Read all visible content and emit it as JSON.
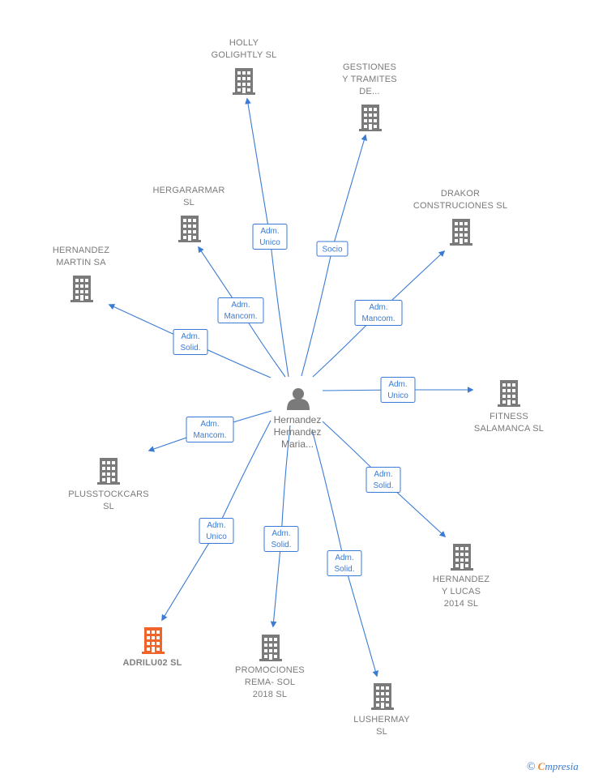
{
  "colors": {
    "edge": "#3a7bd5",
    "building": "#7a7a7a",
    "highlight": "#f0632a",
    "person": "#7a7a7a"
  },
  "center": {
    "label_lines": [
      "Hernandez",
      "Hernandez",
      "Maria..."
    ],
    "icon": "person-icon"
  },
  "companies": [
    {
      "id": "holly-golightly",
      "label_lines": [
        "HOLLY",
        "GOLIGHTLY  SL"
      ],
      "highlight": false
    },
    {
      "id": "gestiones-tramites",
      "label_lines": [
        "GESTIONES",
        "Y TRAMITES",
        "DE..."
      ],
      "highlight": false
    },
    {
      "id": "hergararmar",
      "label_lines": [
        "HERGARARMAR",
        "SL"
      ],
      "highlight": false
    },
    {
      "id": "drakor-construciones",
      "label_lines": [
        "DRAKOR",
        "CONSTRUCIONES SL"
      ],
      "highlight": false
    },
    {
      "id": "hernandez-martin",
      "label_lines": [
        "HERNANDEZ",
        "MARTIN SA"
      ],
      "highlight": false
    },
    {
      "id": "fitness-salamanca",
      "label_lines": [
        "FITNESS",
        "SALAMANCA SL"
      ],
      "highlight": false
    },
    {
      "id": "plusstockcars",
      "label_lines": [
        "PLUSSTOCKCARS",
        "SL"
      ],
      "highlight": false
    },
    {
      "id": "hernandez-y-lucas",
      "label_lines": [
        "HERNANDEZ",
        "Y LUCAS",
        "2014  SL"
      ],
      "highlight": false
    },
    {
      "id": "adrilu02",
      "label_lines": [
        "ADRILU02  SL"
      ],
      "highlight": true
    },
    {
      "id": "promociones-rema-sol",
      "label_lines": [
        "PROMOCIONES",
        "REMA- SOL",
        "2018  SL"
      ],
      "highlight": false
    },
    {
      "id": "lushermay",
      "label_lines": [
        "LUSHERMAY",
        "SL"
      ],
      "highlight": false
    }
  ],
  "relations": [
    {
      "target": "holly-golightly",
      "label_lines": [
        "Adm.",
        "Unico"
      ]
    },
    {
      "target": "gestiones-tramites",
      "label_lines": [
        "Socio"
      ]
    },
    {
      "target": "hergararmar",
      "label_lines": [
        "Adm.",
        "Mancom."
      ]
    },
    {
      "target": "drakor-construciones",
      "label_lines": [
        "Adm.",
        "Mancom."
      ]
    },
    {
      "target": "hernandez-martin",
      "label_lines": [
        "Adm.",
        "Solid."
      ]
    },
    {
      "target": "fitness-salamanca",
      "label_lines": [
        "Adm.",
        "Unico"
      ]
    },
    {
      "target": "plusstockcars",
      "label_lines": [
        "Adm.",
        "Mancom."
      ]
    },
    {
      "target": "hernandez-y-lucas",
      "label_lines": [
        "Adm.",
        "Solid."
      ]
    },
    {
      "target": "adrilu02",
      "label_lines": [
        "Adm.",
        "Unico"
      ]
    },
    {
      "target": "promociones-rema-sol",
      "label_lines": [
        "Adm.",
        "Solid."
      ]
    },
    {
      "target": "lushermay",
      "label_lines": [
        "Adm.",
        "Solid."
      ]
    }
  ],
  "watermark": {
    "copyright": "©",
    "brand_first": "C",
    "brand_rest": "mpresia"
  }
}
